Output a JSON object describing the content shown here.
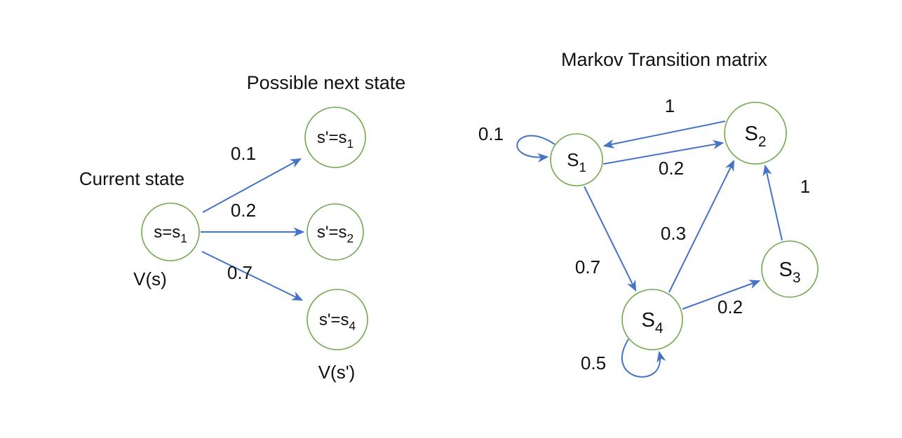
{
  "colors": {
    "node_stroke": "#72a84f",
    "arrow": "#4472c4",
    "text": "#111111",
    "background": "#ffffff"
  },
  "left_diagram": {
    "title": "Possible next state",
    "current_state_label": "Current state",
    "current_node": {
      "base": "s=s",
      "sub": "1"
    },
    "value_label": "V(s)",
    "next_value_label": "V(s')",
    "transitions": [
      {
        "prob": "0.1",
        "node_base": "s'=s",
        "node_sub": "1"
      },
      {
        "prob": "0.2",
        "node_base": "s'=s",
        "node_sub": "2"
      },
      {
        "prob": "0.7",
        "node_base": "s'=s",
        "node_sub": "4"
      }
    ]
  },
  "right_diagram": {
    "title": "Markov Transition matrix",
    "nodes": {
      "s1": {
        "base": "S",
        "sub": "1"
      },
      "s2": {
        "base": "S",
        "sub": "2"
      },
      "s3": {
        "base": "S",
        "sub": "3"
      },
      "s4": {
        "base": "S",
        "sub": "4"
      }
    },
    "edge_labels": {
      "s1_self_loop": "0.1",
      "s2_to_s1": "1",
      "s1_to_s2": "0.2",
      "s1_to_s4": "0.7",
      "s4_to_s2": "0.3",
      "s3_to_s2": "1",
      "s4_to_s3": "0.2",
      "s4_self_loop": "0.5"
    }
  }
}
